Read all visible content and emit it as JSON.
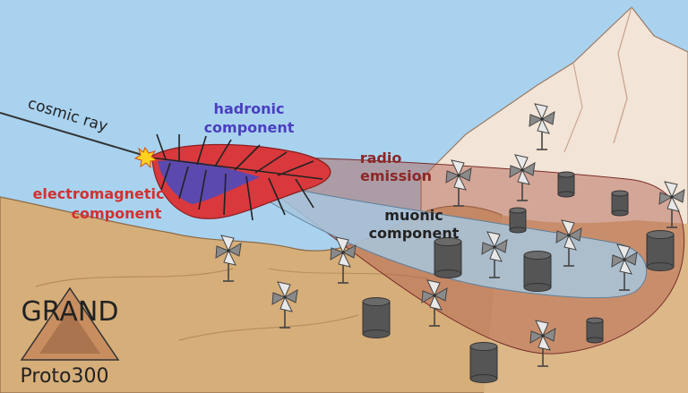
{
  "labels": {
    "cosmic_ray": "cosmic ray",
    "hadronic_1": "hadronic",
    "hadronic_2": "component",
    "em_1": "electromagnetic",
    "em_2": "component",
    "radio_1": "radio",
    "radio_2": "emission",
    "muonic_1": "muonic",
    "muonic_2": "component"
  },
  "logo": {
    "title": "GRAND",
    "subtitle": "Proto300"
  },
  "colors": {
    "sky": "#a9d2ef",
    "terrain": "#d8b17d",
    "mountain": "#f1e3d4",
    "radio_cone": "#b05a4c",
    "muon_cone": "#a7c6dd",
    "em_red": "#d9383c",
    "hadronic_purple": "#5b49ae",
    "hadronic_text": "#4a3fc0",
    "em_text": "#d2312f",
    "radio_text": "#8c2727",
    "muon_text": "#222222",
    "detector": "#555555"
  }
}
